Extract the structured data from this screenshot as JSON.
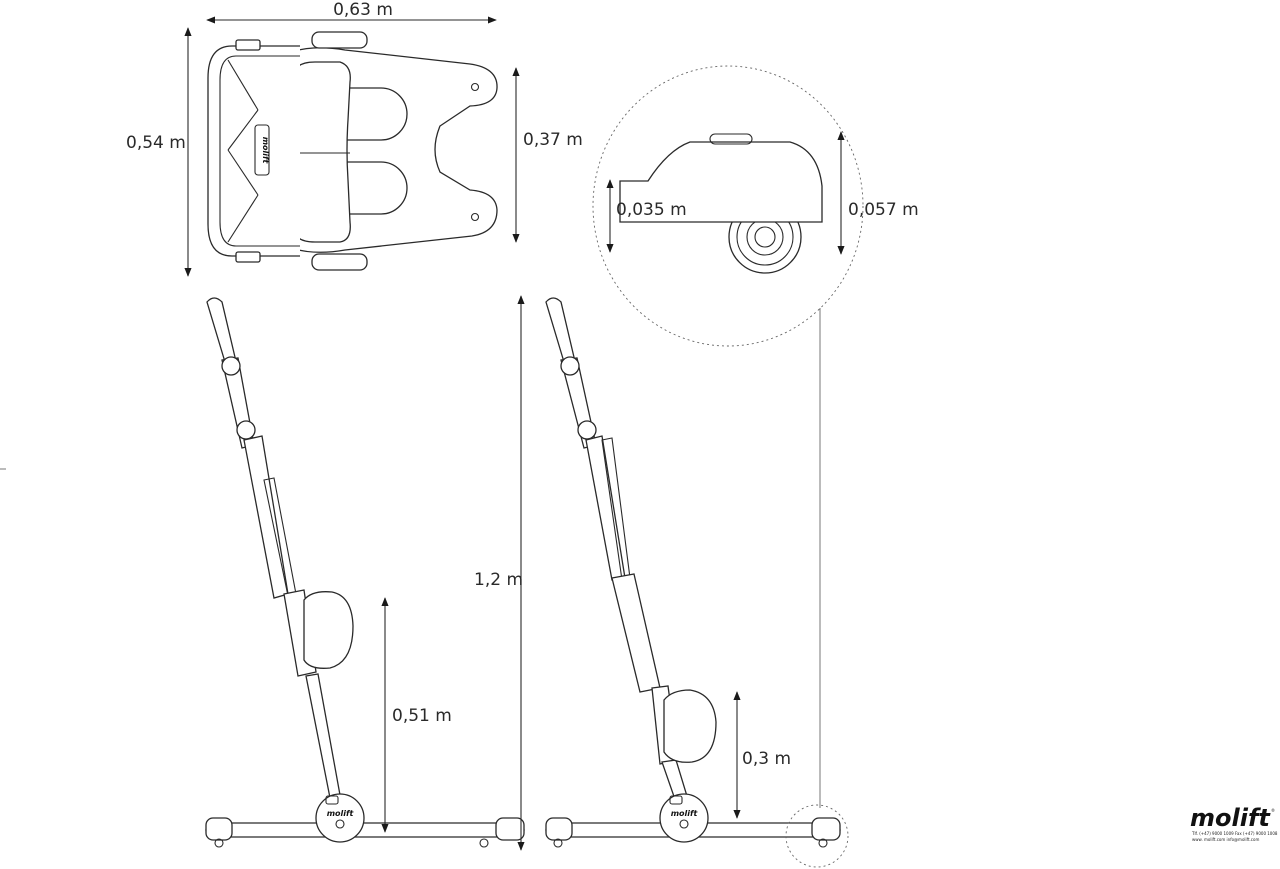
{
  "dimensions": {
    "top_width": "0,63 m",
    "top_depth": "0,54 m",
    "inner_width": "0,37 m",
    "total_height": "1,2 m",
    "pad_height_1": "0,51 m",
    "pad_height_2": "0,3 m",
    "detail_low": "0,035 m",
    "detail_high": "0,057 m"
  },
  "brand": {
    "logo": "molift",
    "mark": "®",
    "contact_line_1": "Tlf. (+47) 9000 1009  Fax (+47) 9000 1008",
    "contact_line_2": "www. molift.com  info@molift.com",
    "label_on_product": "molift"
  }
}
